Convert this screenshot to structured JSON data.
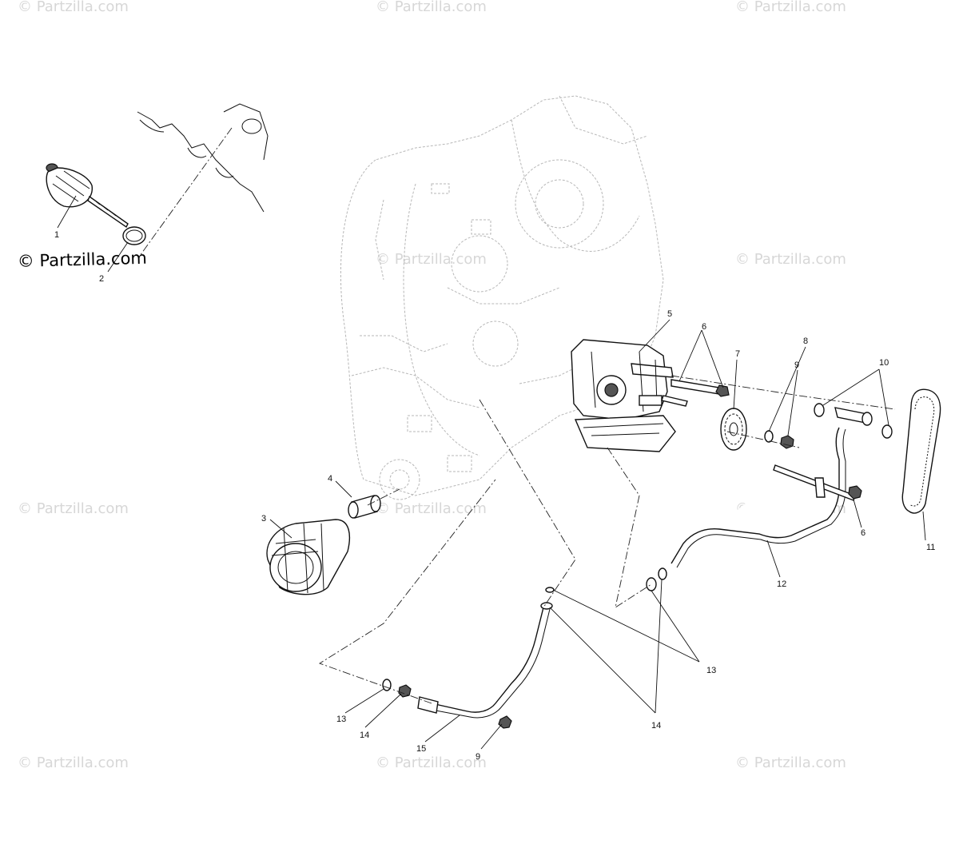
{
  "watermark_text": "© Partzilla.com",
  "main_watermark_text": "© Partzilla.com",
  "callouts": [
    {
      "id": "c1",
      "label": "1"
    },
    {
      "id": "c2",
      "label": "2"
    },
    {
      "id": "c3",
      "label": "3"
    },
    {
      "id": "c4",
      "label": "4"
    },
    {
      "id": "c5",
      "label": "5"
    },
    {
      "id": "c6a",
      "label": "6"
    },
    {
      "id": "c6b",
      "label": "6"
    },
    {
      "id": "c7",
      "label": "7"
    },
    {
      "id": "c8",
      "label": "8"
    },
    {
      "id": "c9a",
      "label": "9"
    },
    {
      "id": "c9b",
      "label": "9"
    },
    {
      "id": "c10",
      "label": "10"
    },
    {
      "id": "c11",
      "label": "11"
    },
    {
      "id": "c12",
      "label": "12"
    },
    {
      "id": "c13a",
      "label": "13"
    },
    {
      "id": "c13b",
      "label": "13"
    },
    {
      "id": "c14a",
      "label": "14"
    },
    {
      "id": "c14b",
      "label": "14"
    },
    {
      "id": "c15",
      "label": "15"
    }
  ]
}
